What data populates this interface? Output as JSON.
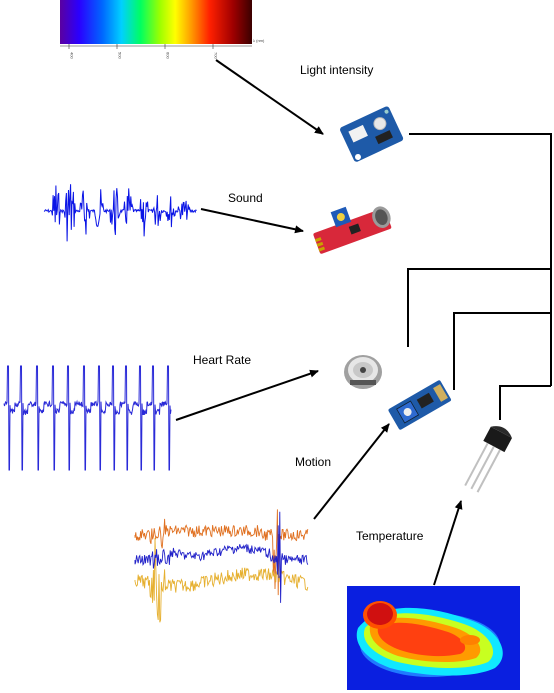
{
  "labels": {
    "light": "Light intensity",
    "sound": "Sound",
    "heart": "Heart Rate",
    "motion": "Motion",
    "temperature": "Temperature"
  },
  "spectrum": {
    "axis_unit": "λ (nm)",
    "ticks": [
      "400",
      "500",
      "600",
      "700"
    ]
  },
  "colors": {
    "waveform": "#0a14e6",
    "heart_trace": "#2a2ad8",
    "motion_orange": "#e07020",
    "motion_yellow": "#e6b030",
    "motion_blue": "#2020c8",
    "sensor_blue": "#1e5aa8",
    "sensor_red": "#d8283a"
  }
}
